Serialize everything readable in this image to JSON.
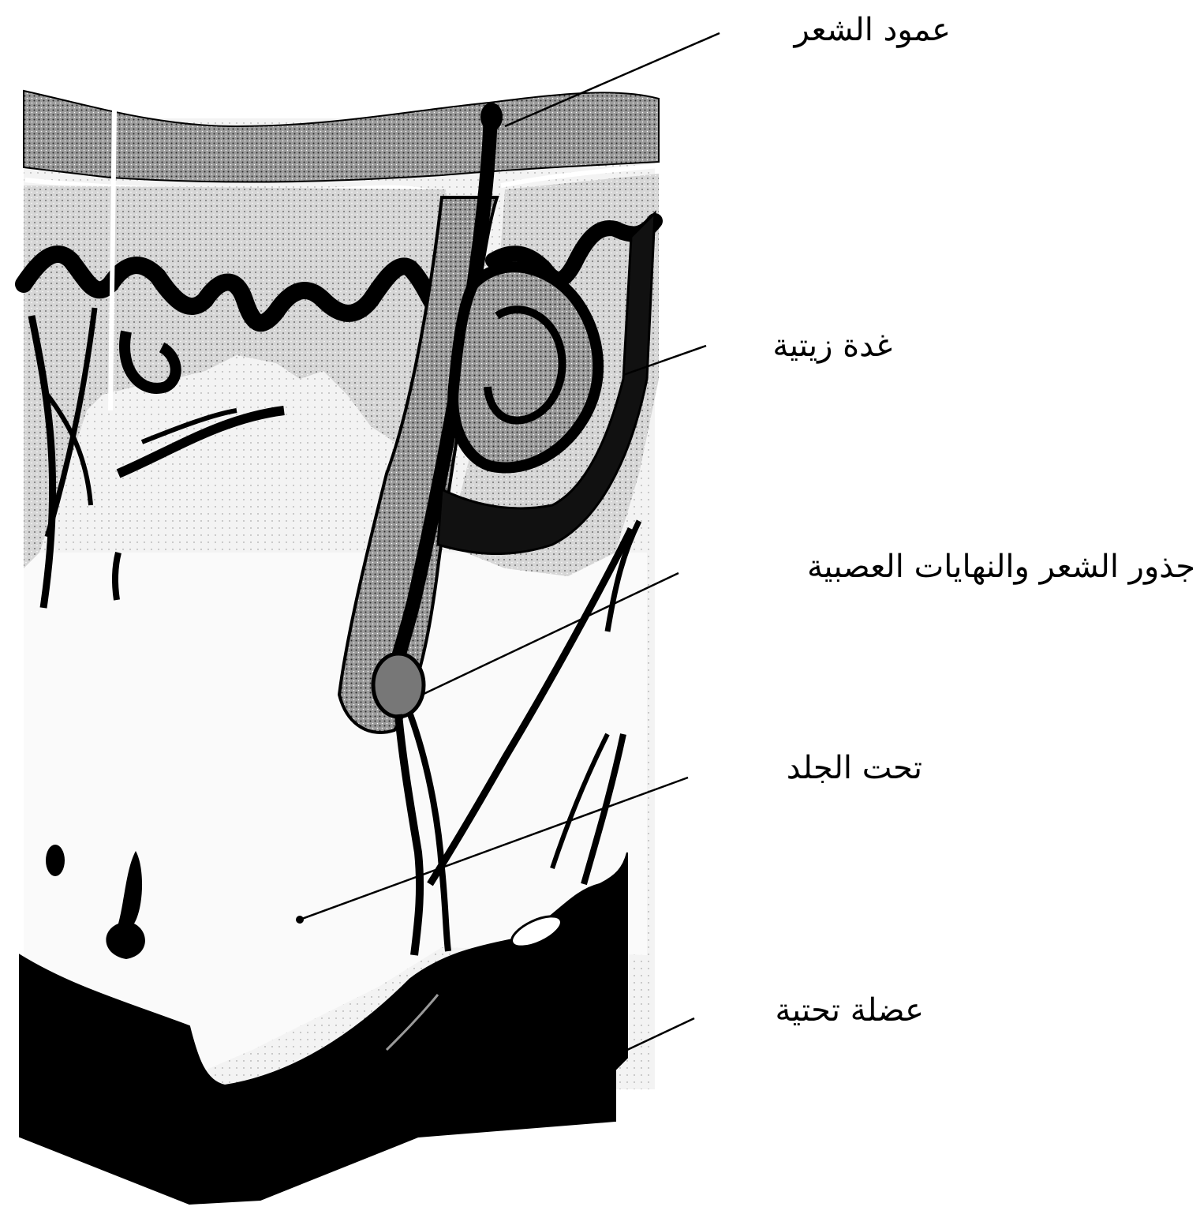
{
  "labels": {
    "hair_shaft": "عمود الشعر",
    "sebaceous_gland": "غدة زيتية",
    "hair_roots_nerve_endings": "جذور الشعر والنهايات العصبية",
    "subcutaneous": "تحت الجلد",
    "underlying_muscle": "عضلة تحتية"
  },
  "colors": {
    "ink": "#000000",
    "epidermis": "#8a8a8a",
    "dermis_upper": "#b5b5b5",
    "dermis_lower": "#e2e2e2",
    "subcutis": "#f7f7f7",
    "muscle": "#000000"
  }
}
